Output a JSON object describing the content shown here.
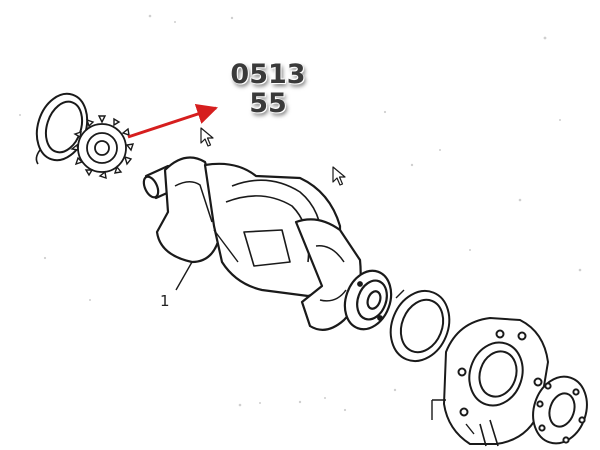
{
  "diagram": {
    "part_code_line1": "0513",
    "part_code_line2": "55",
    "callout": "1",
    "colors": {
      "line": "#1a1a1a",
      "arrow": "#d61e1e",
      "label": "#3a3a3a",
      "background": "#ffffff"
    },
    "icons": [
      "mouse-pointer-icon",
      "mouse-pointer-icon"
    ]
  }
}
